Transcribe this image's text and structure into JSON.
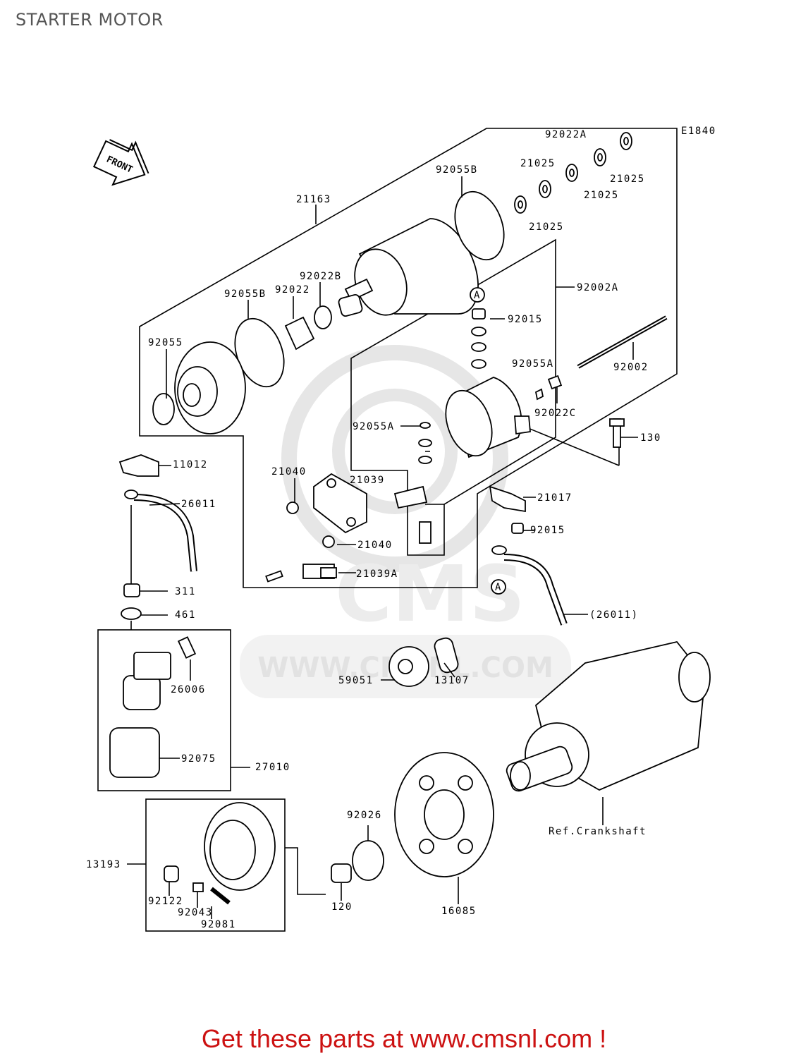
{
  "page": {
    "title": "STARTER MOTOR",
    "footer": "Get these parts at www.cmsnl.com !"
  },
  "diagram": {
    "code": "E1840",
    "front_label": "FRONT",
    "ref_label": "Ref.Crankshaft",
    "watermark": "WWW.CMSNL.COM",
    "watermark_logo": "CMS",
    "callout_marker": "A",
    "parts": [
      "21163",
      "92055B",
      "92055B",
      "92022A",
      "21025",
      "21025",
      "21025",
      "21025",
      "92022B",
      "92022",
      "92055",
      "92002A",
      "92015",
      "92002",
      "92055A",
      "92022C",
      "92055A",
      "130",
      "11012",
      "26011",
      "21040",
      "21039",
      "21017",
      "92015",
      "21040",
      "21039A",
      "311",
      "461",
      "(26011)",
      "26006",
      "59051",
      "13107",
      "92075",
      "27010",
      "92026",
      "13193",
      "92122",
      "92043",
      "92081",
      "120",
      "16085"
    ]
  }
}
